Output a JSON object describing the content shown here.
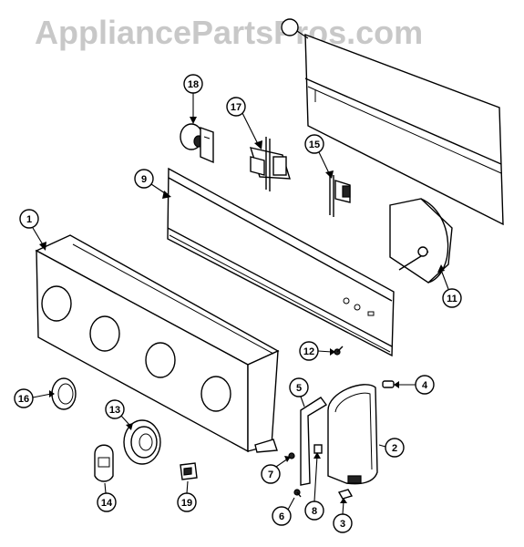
{
  "watermark": "AppliancePartsPros.com",
  "callouts": {
    "c1": "1",
    "c2": "2",
    "c3": "3",
    "c4": "4",
    "c5": "5",
    "c6": "6",
    "c7": "7",
    "c8": "8",
    "c9": "9",
    "c11": "11",
    "c12": "12",
    "c13": "13",
    "c14": "14",
    "c15": "15",
    "c16": "16",
    "c17": "17",
    "c18": "18",
    "c19": "19"
  }
}
